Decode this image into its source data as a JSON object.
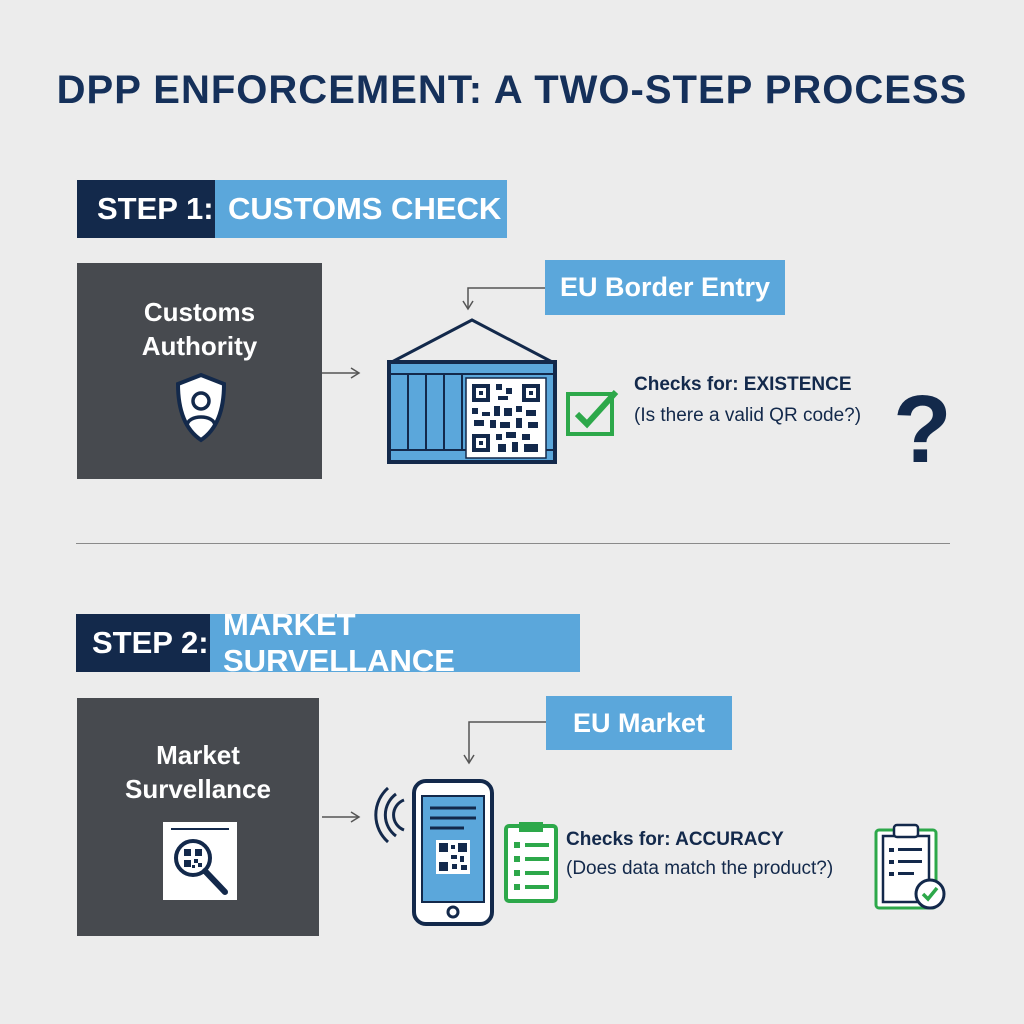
{
  "title": "DPP ENFORCEMENT: A TWO-STEP PROCESS",
  "steps": [
    {
      "number": "STEP 1:",
      "name": "CUSTOMS CHECK",
      "actor": "Customs\nAuthority",
      "location": "EU Border Entry",
      "check_title": "Checks for: EXISTENCE",
      "check_question": "(Is there a valid QR code?)",
      "actor_icon": "shield-person-icon",
      "object_icon": "shipping-container-icon",
      "status_icon": "checkmark-icon",
      "extra_icon": "question-mark-icon",
      "extra_text": "?"
    },
    {
      "number": "STEP 2:",
      "name": "MARKET SURVELLANCE",
      "actor": "Market\nSurvellance",
      "location": "EU Market",
      "check_title": "Checks for: ACCURACY",
      "check_question": "(Does data match the product?)",
      "actor_icon": "magnifier-qr-icon",
      "object_icon": "smartphone-qr-icon",
      "status_icon": "checklist-icon",
      "extra_icon": "clipboard-check-icon"
    }
  ],
  "colors": {
    "navy": "#13294b",
    "blue": "#5ba7db",
    "dark_box": "#474a4f",
    "green": "#2da84a",
    "background": "#ececec"
  }
}
